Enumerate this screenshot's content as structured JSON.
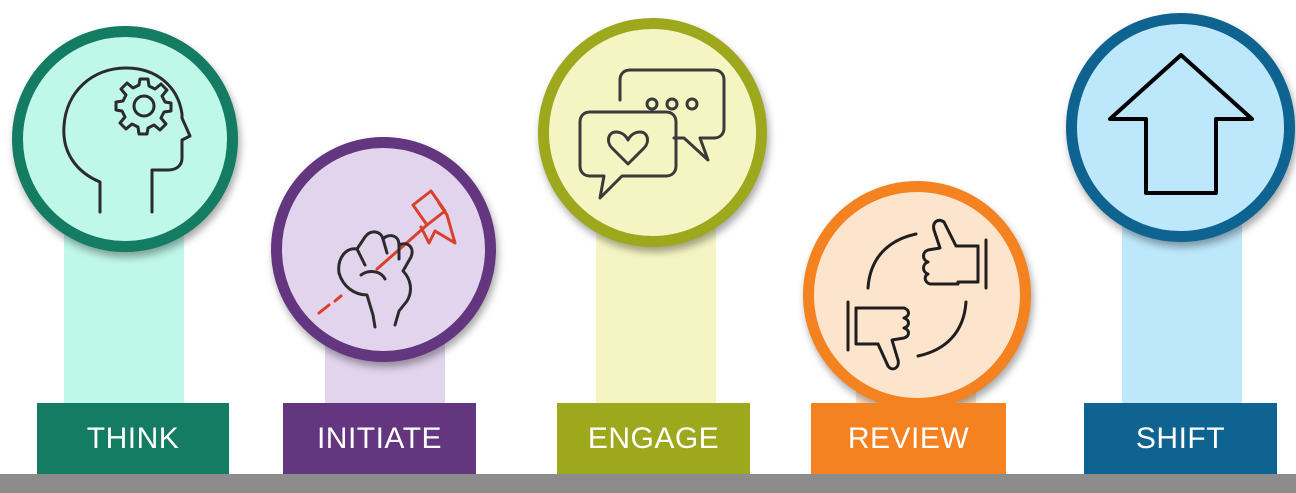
{
  "steps": [
    {
      "label": "THINK",
      "icon": "head-gear-icon",
      "color": "#137c63",
      "fill": "#bff7e9"
    },
    {
      "label": "INITIATE",
      "icon": "fist-flag-icon",
      "color": "#63367f",
      "fill": "#e2d4ec"
    },
    {
      "label": "ENGAGE",
      "icon": "chat-bubbles-icon",
      "color": "#9ea81d",
      "fill": "#f5f5c4"
    },
    {
      "label": "REVIEW",
      "icon": "thumbs-up-down-icon",
      "color": "#f58220",
      "fill": "#fde4cc"
    },
    {
      "label": "SHIFT",
      "icon": "up-arrow-icon",
      "color": "#0e6391",
      "fill": "#bde8fb"
    }
  ],
  "base_color": "#8c8c8c"
}
